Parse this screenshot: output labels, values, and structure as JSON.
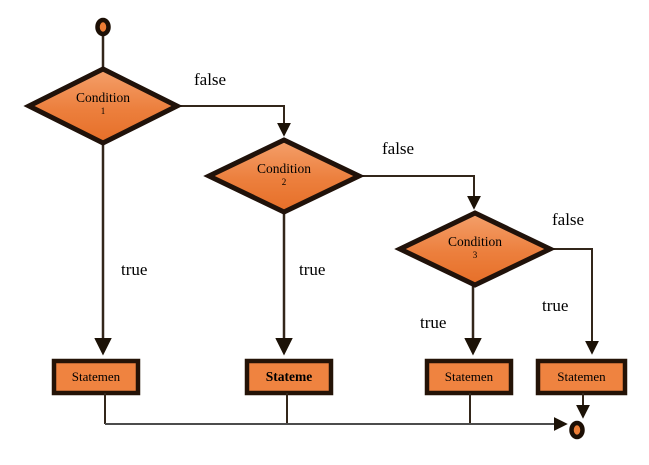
{
  "palette": {
    "shape_fill": "#ef8340",
    "diamond_fill_top": "#f4a06b",
    "diamond_fill_bottom": "#e66f28",
    "shape_border": "#20120a",
    "connector": "#33261a",
    "merge_rail": "#4c4c4c",
    "text": "#000000"
  },
  "nodes": {
    "start": {
      "type": "terminator"
    },
    "end": {
      "type": "terminator"
    },
    "decisions": [
      {
        "title": "Condition",
        "number": "1"
      },
      {
        "title": "Condition",
        "number": "2"
      },
      {
        "title": "Condition",
        "number": "3"
      }
    ],
    "statements": [
      {
        "label": "Statemen"
      },
      {
        "label": "Stateme"
      },
      {
        "label": "Statemen"
      },
      {
        "label": "Statemen"
      }
    ]
  },
  "edges": {
    "false1": "false",
    "false2": "false",
    "false3": "false",
    "true1": "true",
    "true2": "true",
    "true3": "true",
    "true4": "true"
  }
}
